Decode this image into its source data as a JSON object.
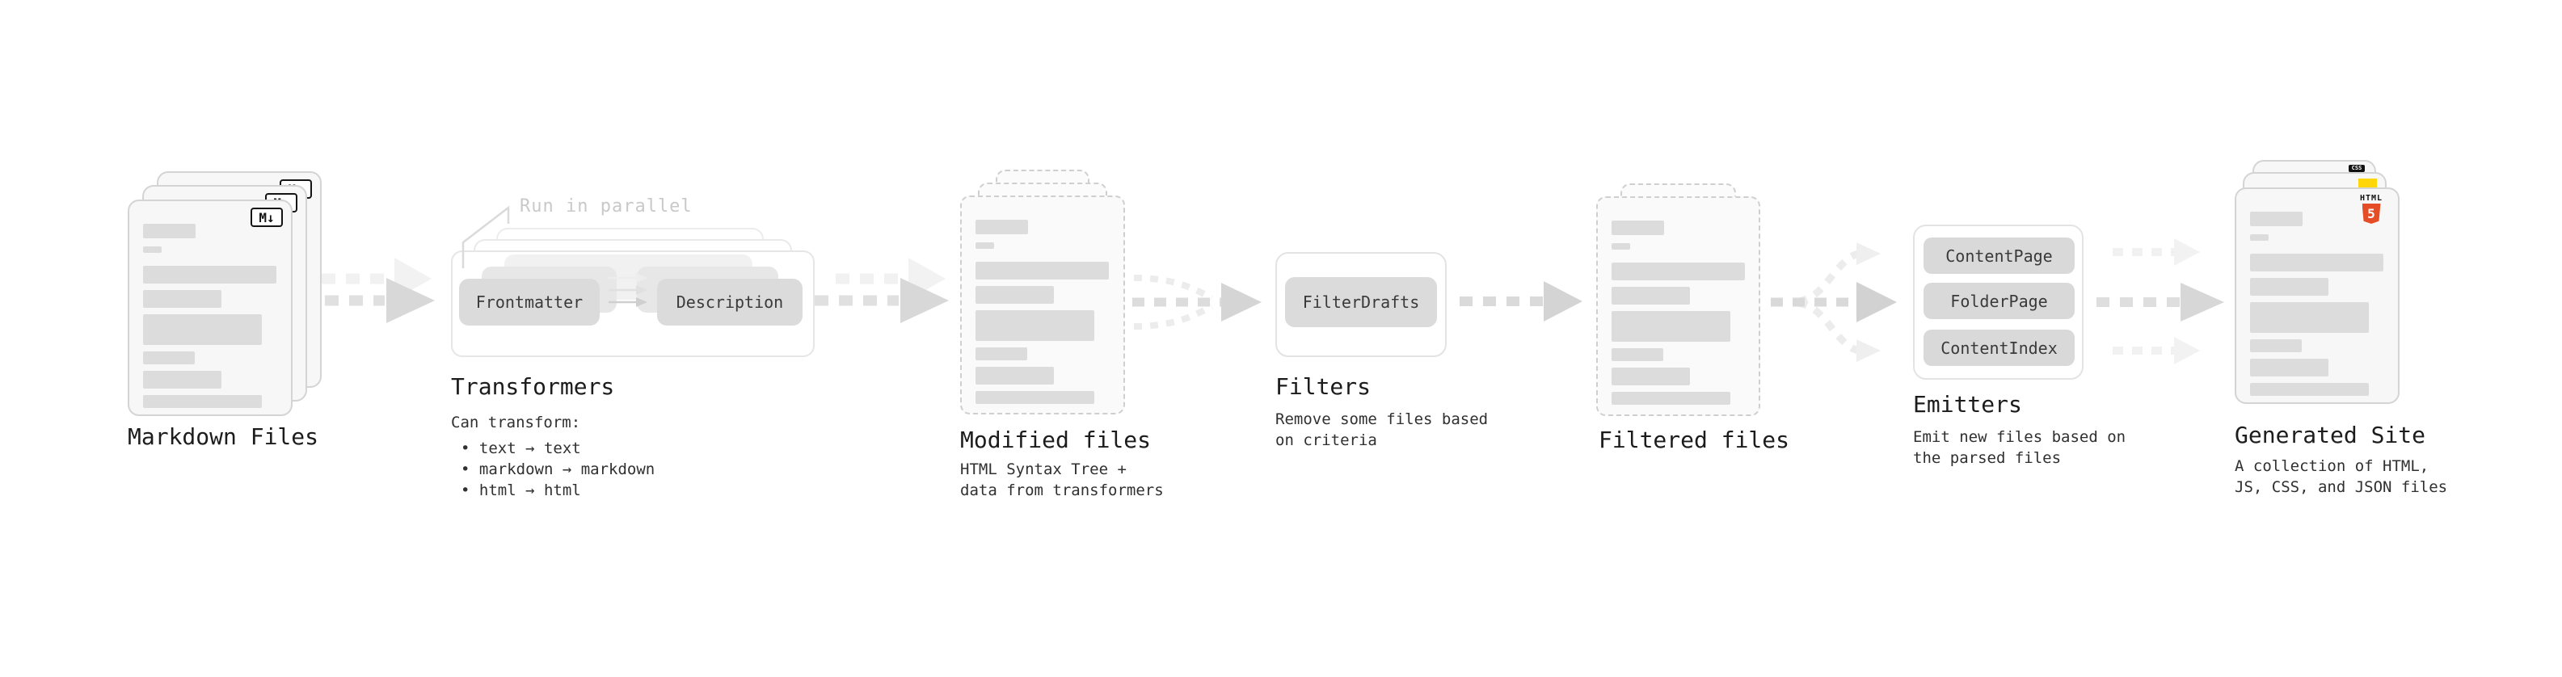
{
  "diagram": {
    "markdown": {
      "title": "Markdown Files",
      "badge": "M↓"
    },
    "transformers": {
      "title": "Transformers",
      "annotation": "Run in parallel",
      "chip_left": "Frontmatter",
      "chip_right": "Description",
      "desc_heading": "Can transform:",
      "bullets": [
        "• text → text",
        "• markdown → markdown",
        "• html → html"
      ]
    },
    "modified": {
      "title": "Modified files",
      "description": "HTML Syntax Tree +\ndata from transformers"
    },
    "filters": {
      "title": "Filters",
      "chip": "FilterDrafts",
      "description": "Remove some files based\non criteria"
    },
    "filtered": {
      "title": "Filtered files"
    },
    "emitters": {
      "title": "Emitters",
      "chips": [
        "ContentPage",
        "FolderPage",
        "ContentIndex"
      ],
      "description": "Emit new files based on\nthe parsed files"
    },
    "site": {
      "title": "Generated Site",
      "description": "A collection of HTML,\nJS, CSS, and JSON files",
      "badge_html_word": "HTML",
      "badge_html_five": "5",
      "badge_css": "CSS"
    }
  },
  "colors": {
    "html5_orange": "#e44d26",
    "js_yellow": "#ffd60a",
    "css_blue": "#2563eb",
    "arrow_gray": "#d8d8d8",
    "arrow_ghost": "#f1f1f1"
  }
}
